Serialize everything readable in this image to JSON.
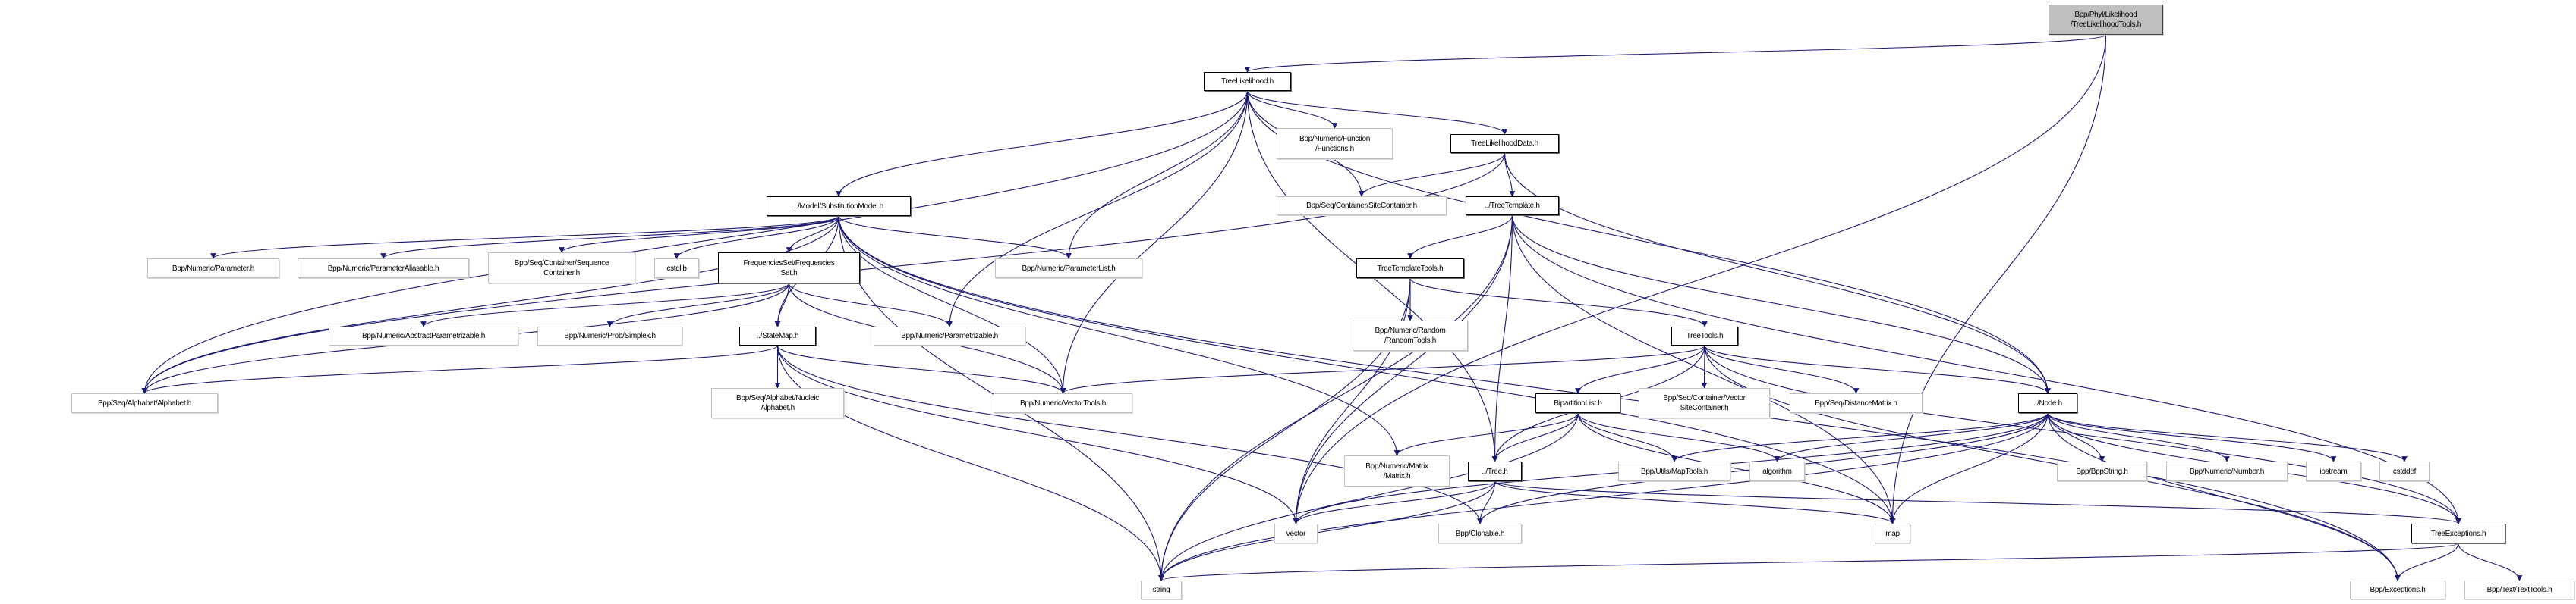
{
  "graph": {
    "edge_color": "#191970",
    "root_fill": "#bfbfbf",
    "nodes": {
      "tlt": "Bpp/Phyl/Likelihood\n/TreeLikelihoodTools.h",
      "tl": "TreeLikelihood.h",
      "sm": "../Model/SubstitutionModel.h",
      "param": "Bpp/Numeric/Parameter.h",
      "paramalias": "Bpp/Numeric/ParameterAliasable.h",
      "seqcont": "Bpp/Seq/Container/Sequence\nContainer.h",
      "cstdlib": "cstdlib",
      "freq": "FrequenciesSet/Frequencies\nSet.h",
      "abspar": "Bpp/Numeric/AbstractParametrizable.h",
      "simplex": "Bpp/Numeric/Prob/Simplex.h",
      "statemap": "../StateMap.h",
      "parametrizable": "Bpp/Numeric/Parametrizable.h",
      "alphabet": "Bpp/Seq/Alphabet/Alphabet.h",
      "nucleic": "Bpp/Seq/Alphabet/Nucleic\nAlphabet.h",
      "functions": "Bpp/Numeric/Function\n/Functions.h",
      "tld": "TreeLikelihoodData.h",
      "sitecont": "Bpp/Seq/Container/SiteContainer.h",
      "treetemplate": "../TreeTemplate.h",
      "paramlist": "Bpp/Numeric/ParameterList.h",
      "tttools": "TreeTemplateTools.h",
      "random": "Bpp/Numeric/Random\n/RandomTools.h",
      "treetools": "TreeTools.h",
      "vectortools": "Bpp/Numeric/VectorTools.h",
      "bipart": "BipartitionList.h",
      "vsc": "Bpp/Seq/Container/Vector\nSiteContainer.h",
      "distmat": "Bpp/Seq/DistanceMatrix.h",
      "node": "../Node.h",
      "matrix": "Bpp/Numeric/Matrix\n/Matrix.h",
      "tree": "../Tree.h",
      "maptools": "Bpp/Utils/MapTools.h",
      "algorithm": "algorithm",
      "bppstring": "Bpp/BppString.h",
      "number": "Bpp/Numeric/Number.h",
      "iostream": "iostream",
      "cstddef": "cstddef",
      "vector": "vector",
      "clonable": "Bpp/Clonable.h",
      "map": "map",
      "treeexc": "TreeExceptions.h",
      "string": "string",
      "exceptions": "Bpp/Exceptions.h",
      "texttools": "Bpp/Text/TextTools.h"
    },
    "edges": [
      [
        "tlt",
        "tl"
      ],
      [
        "tlt",
        "vector"
      ],
      [
        "tlt",
        "map"
      ],
      [
        "tl",
        "alphabet"
      ],
      [
        "tl",
        "sm"
      ],
      [
        "tl",
        "paramlist"
      ],
      [
        "tl",
        "parametrizable"
      ],
      [
        "tl",
        "vectortools"
      ],
      [
        "tl",
        "functions"
      ],
      [
        "tl",
        "sitecont"
      ],
      [
        "tl",
        "tld"
      ],
      [
        "tl",
        "tree"
      ],
      [
        "tl",
        "node"
      ],
      [
        "tld",
        "alphabet"
      ],
      [
        "tld",
        "sitecont"
      ],
      [
        "tld",
        "treetemplate"
      ],
      [
        "tld",
        "node"
      ],
      [
        "sm",
        "string"
      ],
      [
        "sm",
        "alphabet"
      ],
      [
        "sm",
        "param"
      ],
      [
        "sm",
        "paramalias"
      ],
      [
        "sm",
        "seqcont"
      ],
      [
        "sm",
        "cstdlib"
      ],
      [
        "sm",
        "freq"
      ],
      [
        "sm",
        "statemap"
      ],
      [
        "sm",
        "paramlist"
      ],
      [
        "sm",
        "vectortools"
      ],
      [
        "sm",
        "matrix"
      ],
      [
        "sm",
        "map"
      ],
      [
        "sm",
        "exceptions"
      ],
      [
        "freq",
        "abspar"
      ],
      [
        "freq",
        "simplex"
      ],
      [
        "freq",
        "statemap"
      ],
      [
        "freq",
        "alphabet"
      ],
      [
        "freq",
        "parametrizable"
      ],
      [
        "freq",
        "vectortools"
      ],
      [
        "statemap",
        "alphabet"
      ],
      [
        "statemap",
        "nucleic"
      ],
      [
        "statemap",
        "vectortools"
      ],
      [
        "statemap",
        "vector"
      ],
      [
        "statemap",
        "string"
      ],
      [
        "statemap",
        "clonable"
      ],
      [
        "treetemplate",
        "tttools"
      ],
      [
        "treetemplate",
        "tree"
      ],
      [
        "treetemplate",
        "node"
      ],
      [
        "treetemplate",
        "vector"
      ],
      [
        "treetemplate",
        "string"
      ],
      [
        "treetemplate",
        "map"
      ],
      [
        "treetemplate",
        "treeexc"
      ],
      [
        "tttools",
        "random"
      ],
      [
        "tttools",
        "treetools"
      ],
      [
        "tttools",
        "vector"
      ],
      [
        "tttools",
        "string"
      ],
      [
        "treetools",
        "vectortools"
      ],
      [
        "treetools",
        "bipart"
      ],
      [
        "treetools",
        "vsc"
      ],
      [
        "treetools",
        "distmat"
      ],
      [
        "treetools",
        "node"
      ],
      [
        "treetools",
        "tree"
      ],
      [
        "treetools",
        "treeexc"
      ],
      [
        "treetools",
        "exceptions"
      ],
      [
        "bipart",
        "matrix"
      ],
      [
        "bipart",
        "tree"
      ],
      [
        "bipart",
        "maptools"
      ],
      [
        "bipart",
        "algorithm"
      ],
      [
        "bipart",
        "map"
      ],
      [
        "bipart",
        "string"
      ],
      [
        "tree",
        "vector"
      ],
      [
        "tree",
        "clonable"
      ],
      [
        "tree",
        "string"
      ],
      [
        "tree",
        "map"
      ],
      [
        "tree",
        "treeexc"
      ],
      [
        "node",
        "maptools"
      ],
      [
        "node",
        "algorithm"
      ],
      [
        "node",
        "vector"
      ],
      [
        "node",
        "clonable"
      ],
      [
        "node",
        "string"
      ],
      [
        "node",
        "map"
      ],
      [
        "node",
        "bppstring"
      ],
      [
        "node",
        "number"
      ],
      [
        "node",
        "iostream"
      ],
      [
        "node",
        "cstddef"
      ],
      [
        "node",
        "treeexc"
      ],
      [
        "node",
        "exceptions"
      ],
      [
        "treeexc",
        "string"
      ],
      [
        "treeexc",
        "exceptions"
      ],
      [
        "treeexc",
        "texttools"
      ]
    ]
  }
}
